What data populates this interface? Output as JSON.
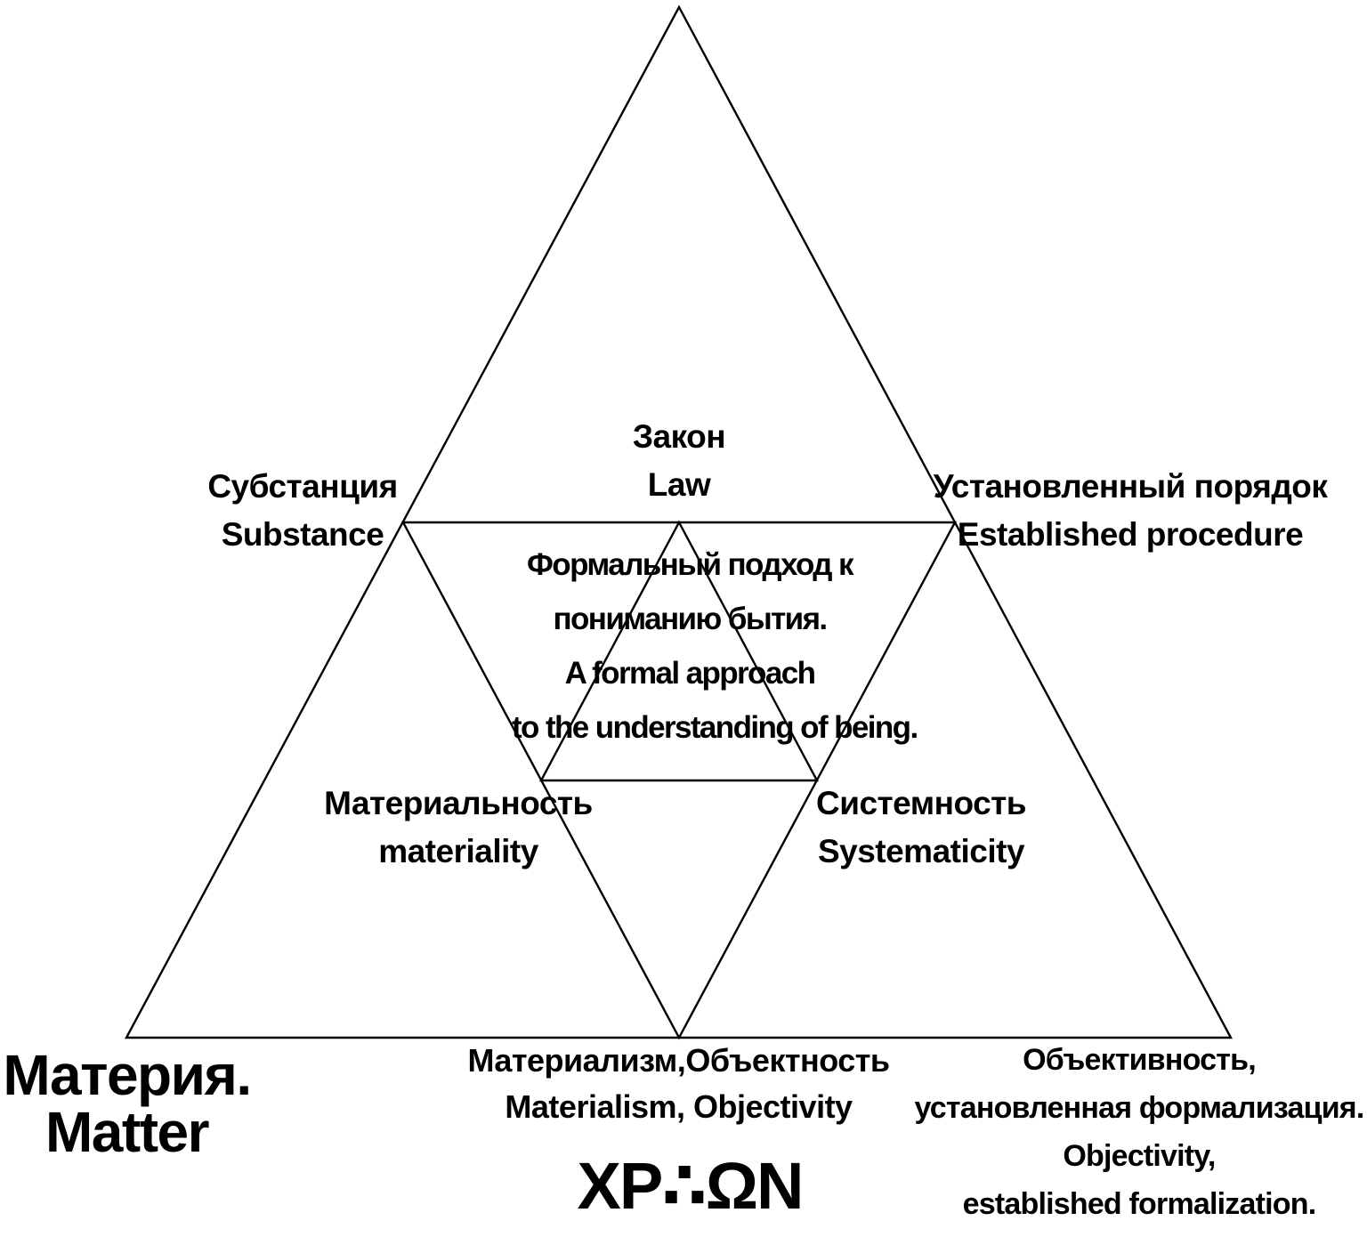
{
  "labels": {
    "law": [
      "Закон",
      "Law"
    ],
    "substance": [
      "Субстанция",
      "Substance"
    ],
    "established_procedure": [
      "Установленный порядок",
      "Established procedure"
    ],
    "center": [
      "Формальный подход к",
      "пониманию бытия.",
      "A formal approach",
      "to the understanding of being."
    ],
    "materiality": [
      "Материальность",
      "materiality"
    ],
    "systematicity": [
      "Системность",
      "Systematicity"
    ],
    "matter": [
      "Материя.",
      "Matter"
    ],
    "materialism_objectivity": [
      "Материализм,Объектность",
      "Materialism, Objectivity"
    ],
    "objectivity_formalization": [
      "Объективность,",
      "установленная формализация.",
      "Objectivity,",
      "established formalization."
    ],
    "logo": "ΧΡ∴ΩΝ"
  },
  "colors": {
    "lines": "#000000",
    "text": "#000000",
    "background": "#ffffff"
  }
}
